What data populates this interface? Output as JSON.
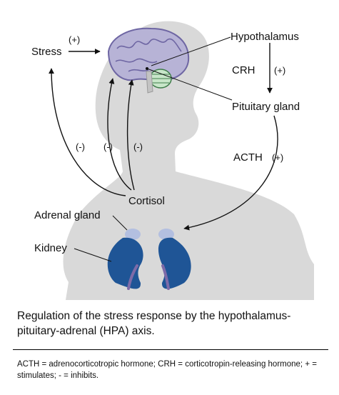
{
  "labels": {
    "stress": "Stress",
    "hypothalamus": "Hypothalamus",
    "crh": "CRH",
    "pituitary": "Pituitary gland",
    "acth": "ACTH",
    "cortisol": "Cortisol",
    "adrenal": "Adrenal gland",
    "kidney": "Kidney"
  },
  "signs": {
    "stress_to_brain": "(+)",
    "crh": "(+)",
    "acth": "(+)",
    "feedback_stress": "(-)",
    "feedback_hypothalamus": "(-)",
    "feedback_pituitary": "(-)"
  },
  "caption": "Regulation of the stress response by the hypothalamus-pituitary-adrenal (HPA) axis.",
  "footnote": "ACTH = adrenocorticotropic hormone; CRH = corticotropin-releasing hormone; + = stimulates; - = inhibits.",
  "colors": {
    "silhouette": "#d9d9d9",
    "brain": "#b7b3d6",
    "brain_outline": "#6e66a3",
    "kidney": "#1f5596",
    "adrenal": "#b3bfe0",
    "vessel": "#7d6ba8",
    "arrow": "#111111"
  }
}
